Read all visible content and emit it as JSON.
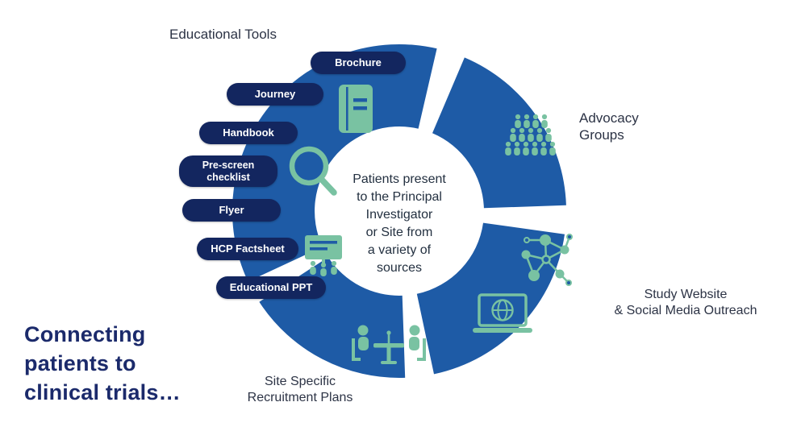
{
  "colors": {
    "ring_blue": "#1e5ba6",
    "icon_teal": "#79c2a2",
    "pill_navy": "#13265f",
    "heading_navy": "#1b2a6b",
    "label_dark": "#2c3345"
  },
  "heading": "Connecting\npatients to\nclinical trials…",
  "educational_tools": {
    "title": "Educational Tools",
    "pills": [
      "Brochure",
      "Journey",
      "Handbook",
      "Pre-screen\nchecklist",
      "Flyer",
      "HCP Factsheet",
      "Educational PPT"
    ]
  },
  "center": {
    "text": "Patients present\nto the Principal\nInvestigator\nor Site from\na variety of\nsources"
  },
  "segments": {
    "advocacy": {
      "label": "Advocacy\nGroups"
    },
    "study": {
      "label": "Study Website\n& Social Media Outreach"
    },
    "site": {
      "label": "Site Specific\nRecruitment Plans"
    }
  }
}
